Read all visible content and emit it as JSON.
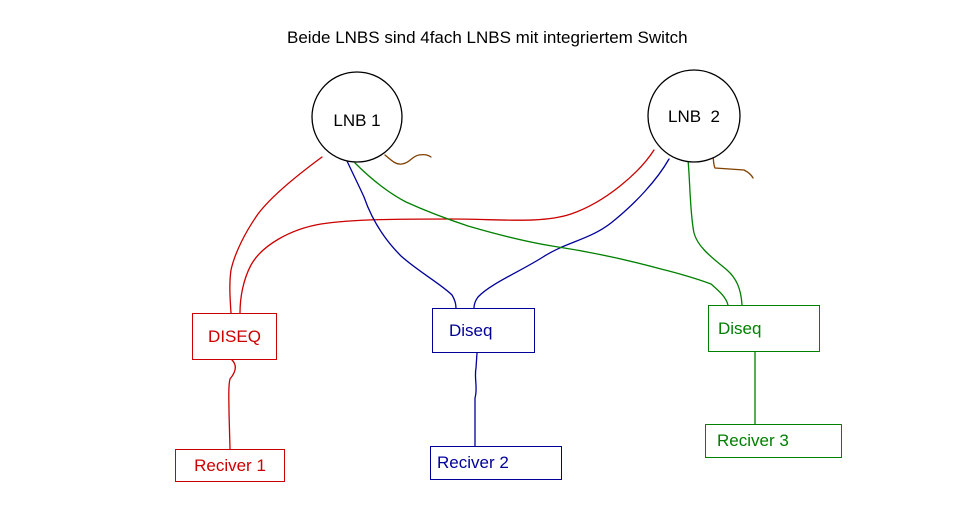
{
  "title": "Beide LNBS sind 4fach LNBS mit integriertem Switch",
  "colors": {
    "outline": "#000000",
    "red": "#cc0000",
    "blue": "#000099",
    "green": "#008000",
    "brown": "#804000",
    "background": "#ffffff"
  },
  "nodes": {
    "lnb1": {
      "label": "LNB 1",
      "shape": "circle"
    },
    "lnb2": {
      "label": "LNB  2",
      "shape": "circle"
    },
    "diseq1": {
      "label": "DISEQ",
      "color_name": "red"
    },
    "diseq2": {
      "label": "Diseq",
      "color_name": "blue"
    },
    "diseq3": {
      "label": "Diseq",
      "color_name": "green"
    },
    "receiver1": {
      "label": "Reciver 1",
      "color_name": "red"
    },
    "receiver2": {
      "label": "Reciver 2",
      "color_name": "blue"
    },
    "receiver3": {
      "label": "Reciver 3",
      "color_name": "green"
    }
  },
  "edges": [
    {
      "from": "lnb1",
      "to": "diseq1",
      "color": "red"
    },
    {
      "from": "lnb2",
      "to": "diseq1",
      "color": "red"
    },
    {
      "from": "lnb1",
      "to": "diseq2",
      "color": "blue"
    },
    {
      "from": "lnb2",
      "to": "diseq2",
      "color": "blue"
    },
    {
      "from": "lnb1",
      "to": "diseq3",
      "color": "green"
    },
    {
      "from": "lnb2",
      "to": "diseq3",
      "color": "green"
    },
    {
      "from": "diseq1",
      "to": "receiver1",
      "color": "red"
    },
    {
      "from": "diseq2",
      "to": "receiver2",
      "color": "blue"
    },
    {
      "from": "diseq3",
      "to": "receiver3",
      "color": "green"
    },
    {
      "from": "lnb1",
      "to": "loose-stub",
      "color": "brown"
    },
    {
      "from": "lnb2",
      "to": "loose-stub",
      "color": "brown"
    }
  ]
}
